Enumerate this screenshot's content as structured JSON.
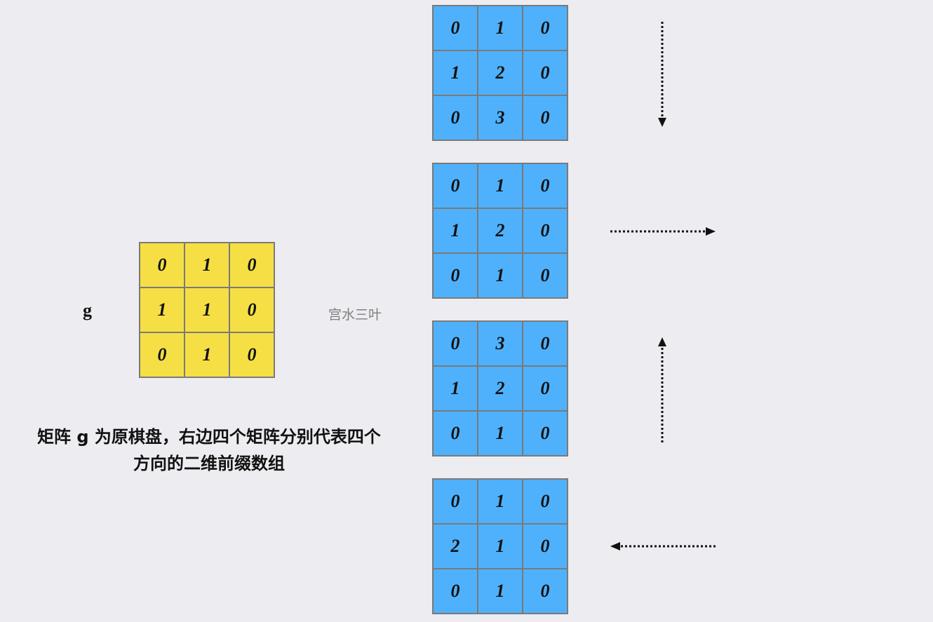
{
  "original_matrix": {
    "label": "g",
    "cells": [
      [
        "0",
        "1",
        "0"
      ],
      [
        "1",
        "1",
        "0"
      ],
      [
        "0",
        "1",
        "0"
      ]
    ],
    "color": "#f5df45"
  },
  "watermark": "宫水三叶",
  "caption": {
    "line1": "矩阵 g 为原棋盘，右边四个矩阵分别代表四个",
    "line2": "方向的二维前缀数组"
  },
  "prefix_matrices": [
    {
      "direction": "down",
      "arrow": "arrow-down-icon",
      "cells": [
        [
          "0",
          "1",
          "0"
        ],
        [
          "1",
          "2",
          "0"
        ],
        [
          "0",
          "3",
          "0"
        ]
      ]
    },
    {
      "direction": "right",
      "arrow": "arrow-right-icon",
      "cells": [
        [
          "0",
          "1",
          "0"
        ],
        [
          "1",
          "2",
          "0"
        ],
        [
          "0",
          "1",
          "0"
        ]
      ]
    },
    {
      "direction": "up",
      "arrow": "arrow-up-icon",
      "cells": [
        [
          "0",
          "3",
          "0"
        ],
        [
          "1",
          "2",
          "0"
        ],
        [
          "0",
          "1",
          "0"
        ]
      ]
    },
    {
      "direction": "left",
      "arrow": "arrow-left-icon",
      "cells": [
        [
          "0",
          "1",
          "0"
        ],
        [
          "2",
          "1",
          "0"
        ],
        [
          "0",
          "1",
          "0"
        ]
      ]
    }
  ],
  "colors": {
    "background": "#edecf1",
    "prefix_cell": "#4fb1fb",
    "border": "#7a7a7a",
    "arrow": "#111111"
  }
}
